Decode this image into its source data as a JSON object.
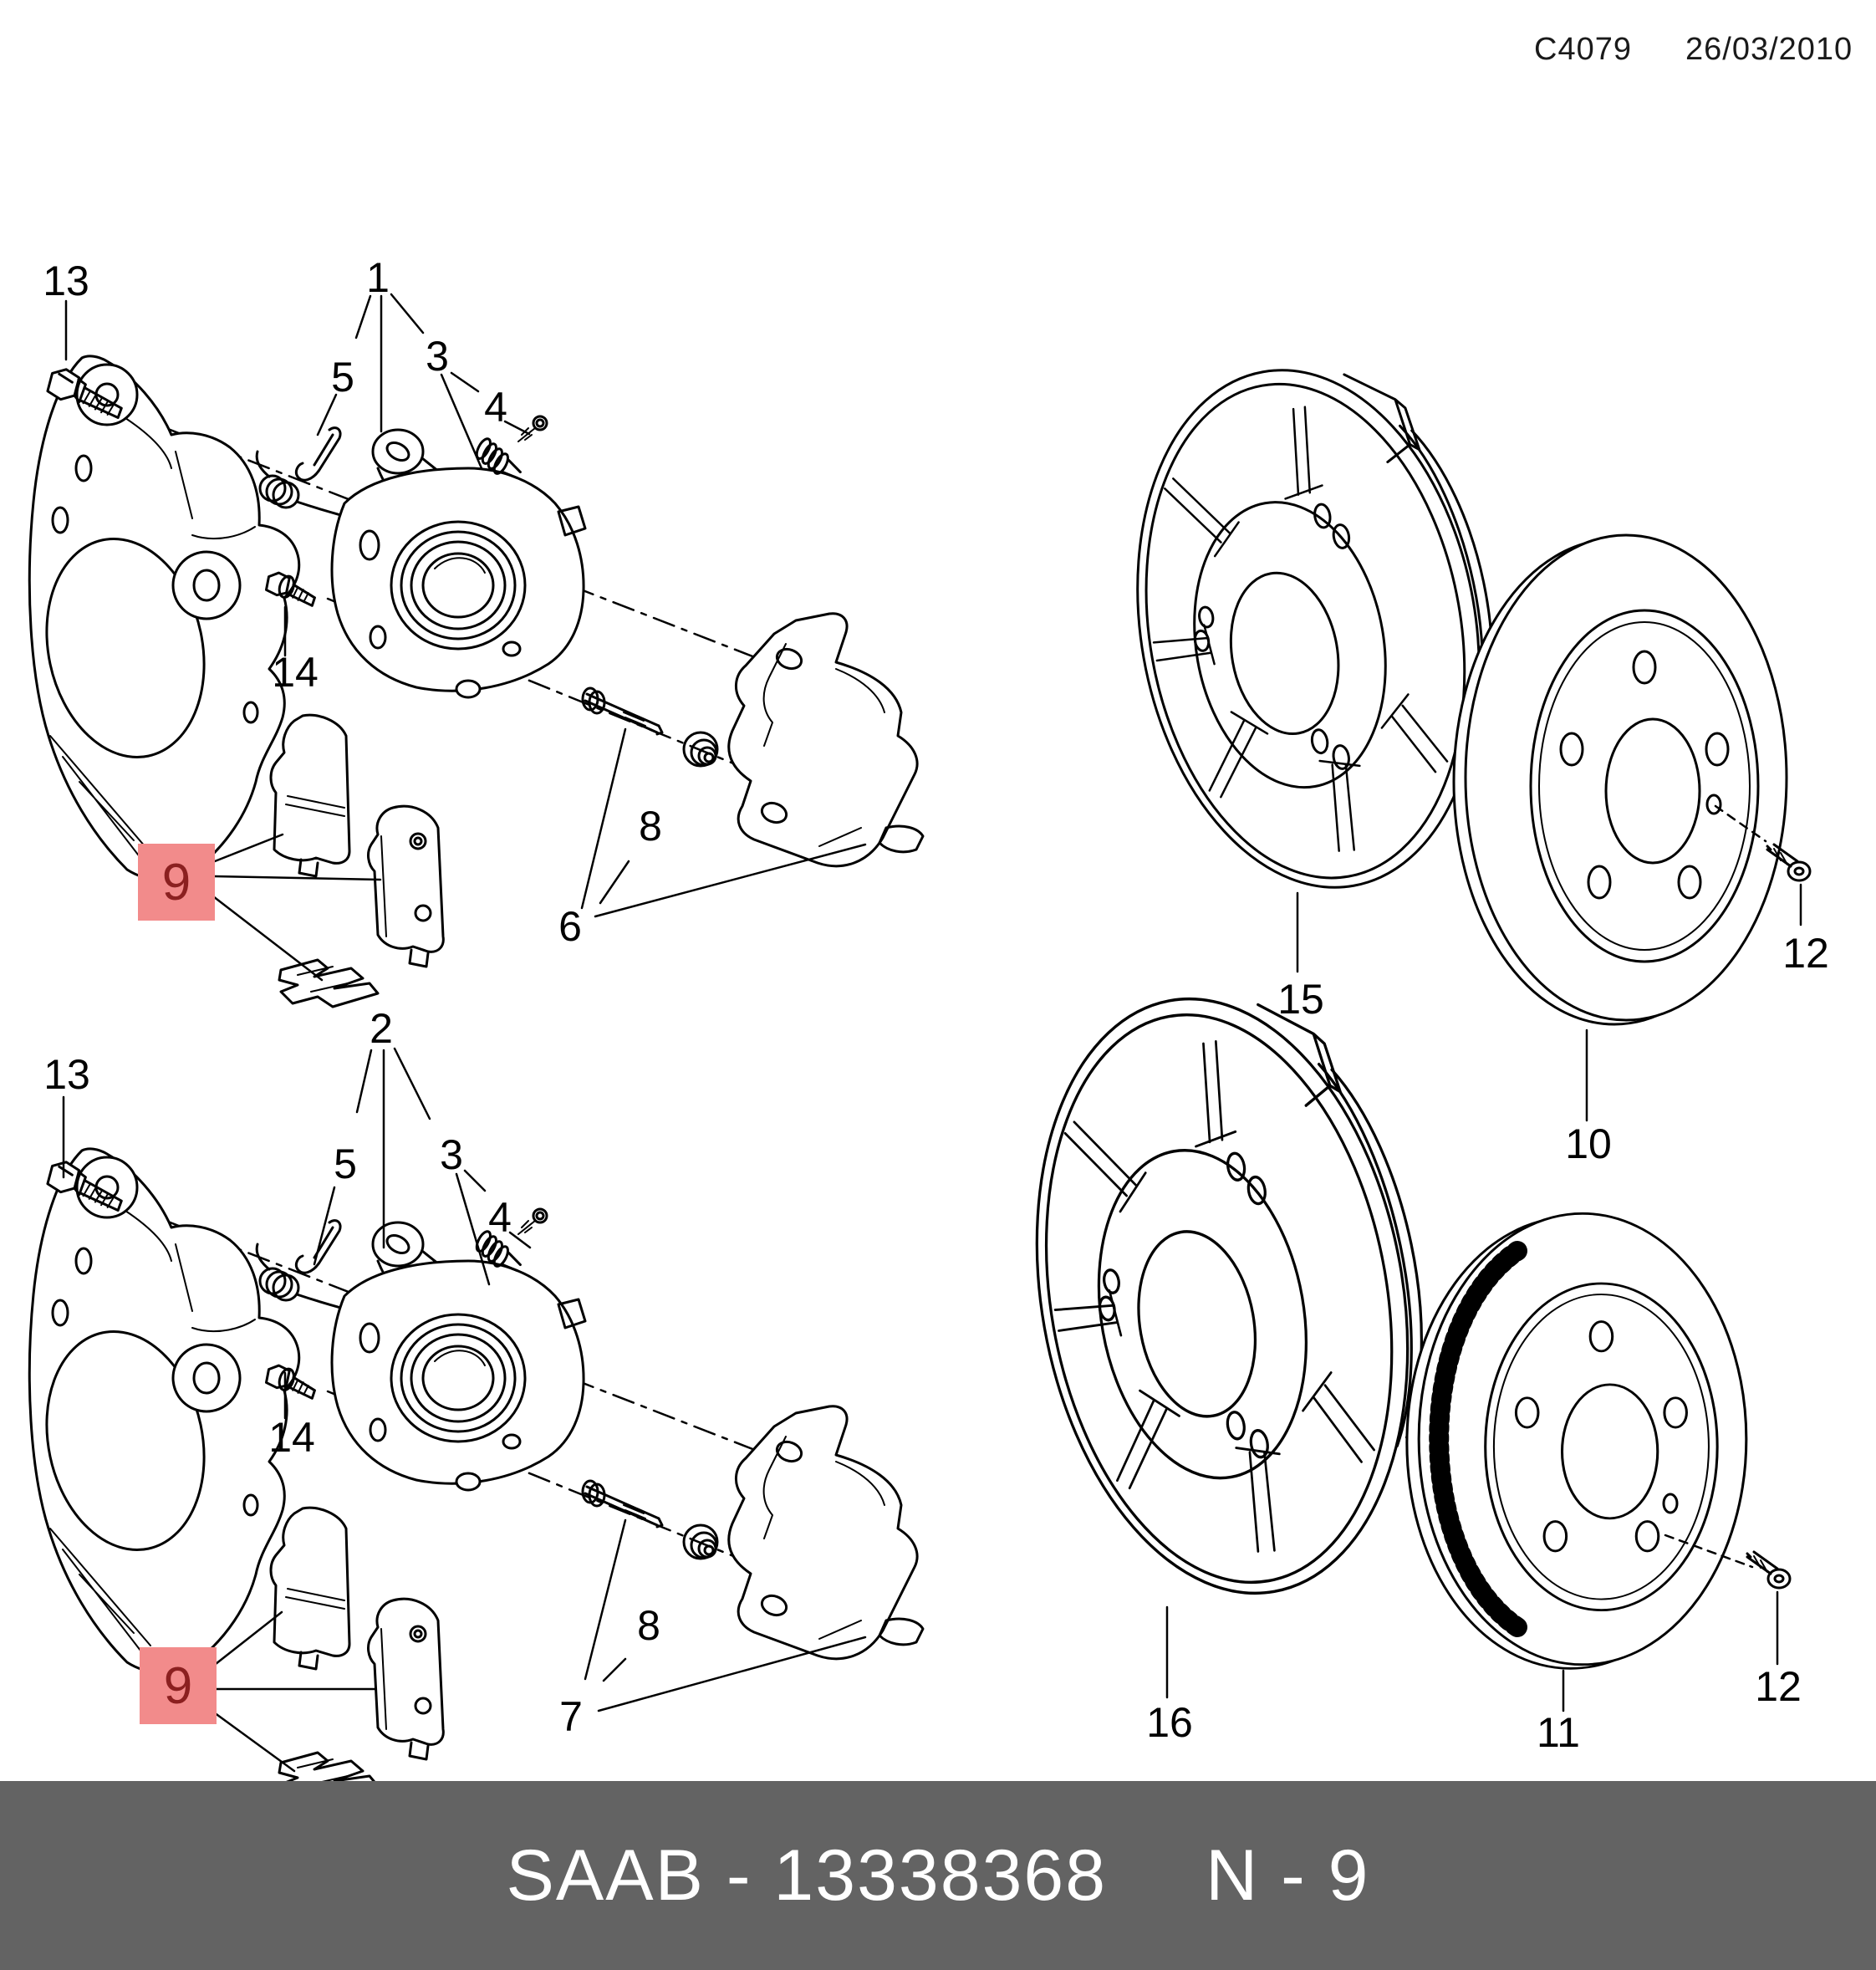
{
  "header": {
    "drawing_code": "C4079",
    "date": "26/03/2010"
  },
  "footer": {
    "brand_part": "SAAB - 13338368",
    "page_ref": "N - 9"
  },
  "colors": {
    "background": "#FFFFFF",
    "line": "#000000",
    "highlight_bg": "#F28B8B",
    "highlight_text": "#8B2020",
    "footer_bg": "#636363",
    "footer_text": "#FFFFFF"
  },
  "diagrams": [
    {
      "callouts": [
        {
          "label": "13"
        },
        {
          "label": "1"
        },
        {
          "label": "5"
        },
        {
          "label": "3"
        },
        {
          "label": "4"
        },
        {
          "label": "14"
        },
        {
          "label": "9",
          "highlighted": true
        },
        {
          "label": "6"
        },
        {
          "label": "8"
        },
        {
          "label": "15"
        },
        {
          "label": "10"
        },
        {
          "label": "12"
        }
      ]
    },
    {
      "callouts": [
        {
          "label": "13"
        },
        {
          "label": "2"
        },
        {
          "label": "5"
        },
        {
          "label": "3"
        },
        {
          "label": "4"
        },
        {
          "label": "14"
        },
        {
          "label": "9",
          "highlighted": true
        },
        {
          "label": "7"
        },
        {
          "label": "8"
        },
        {
          "label": "16"
        },
        {
          "label": "11"
        },
        {
          "label": "12"
        }
      ]
    }
  ]
}
